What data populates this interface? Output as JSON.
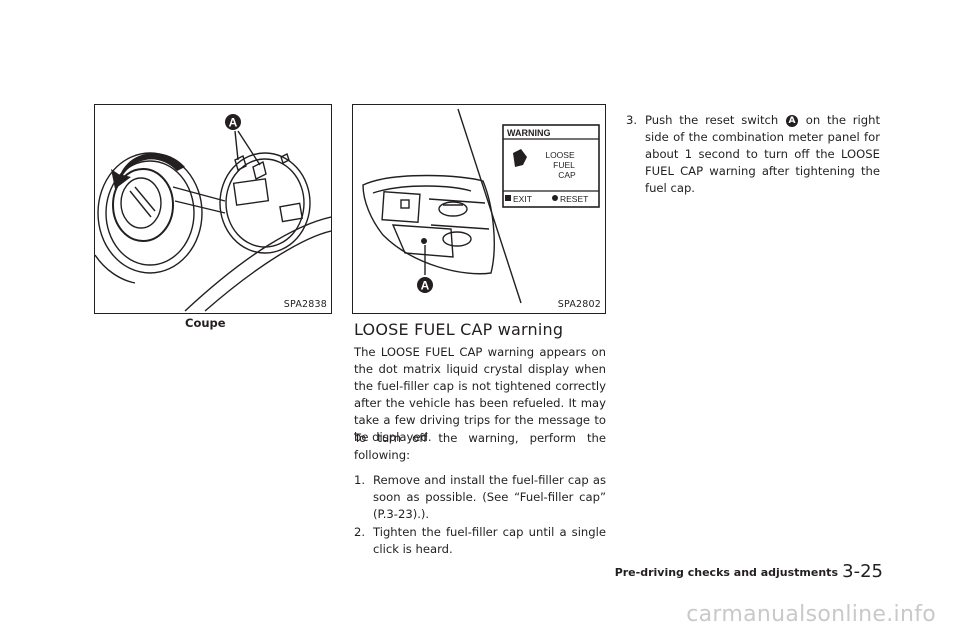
{
  "figures": {
    "left": {
      "code": "SPA2838",
      "caption": "Coupe",
      "marker": "A"
    },
    "middle": {
      "code": "SPA2802",
      "marker": "A",
      "display_title": "WARNING",
      "display_msg_1": "LOOSE",
      "display_msg_2": "FUEL",
      "display_msg_3": "CAP",
      "display_exit": "EXIT",
      "display_reset": "RESET"
    }
  },
  "section": {
    "heading": "LOOSE FUEL CAP warning",
    "intro": "The LOOSE FUEL CAP warning appears on the dot matrix liquid crystal display when the fuel-filler cap is not tightened correctly after the vehicle has been refueled. It may take a few driving trips for the message to be displayed.",
    "lead": "To turn off the warning, perform the following:",
    "steps": [
      {
        "num": "1.",
        "text": "Remove and install the fuel-filler cap as soon as possible. (See “Fuel-filler cap” (P.3-23).)."
      },
      {
        "num": "2.",
        "text": "Tighten the fuel-filler cap until a single click is heard."
      }
    ],
    "step3": {
      "num": "3.",
      "before": "Push the reset switch",
      "marker": "A",
      "after": "on the right side of the combination meter panel for about 1 second to turn off the LOOSE FUEL CAP warning after tightening the fuel cap."
    }
  },
  "footer": {
    "section_title": "Pre-driving checks and adjustments",
    "page_number": "3-25"
  },
  "watermark": "carmanualsonline.info"
}
